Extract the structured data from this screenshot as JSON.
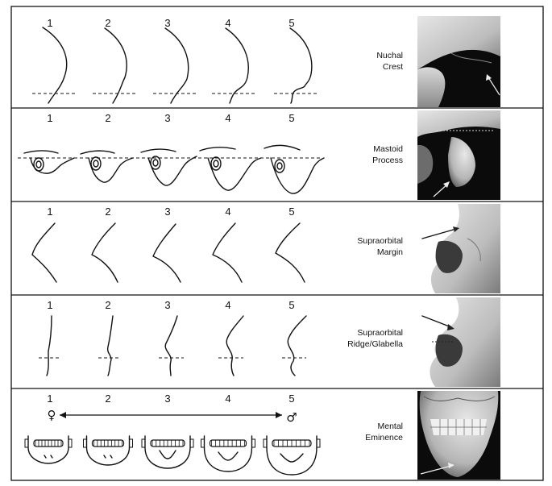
{
  "scale_numbers": [
    "1",
    "2",
    "3",
    "4",
    "5"
  ],
  "rows": [
    {
      "id": "nuchal",
      "label_lines": [
        "Nuchal",
        "Crest"
      ]
    },
    {
      "id": "mastoid",
      "label_lines": [
        "Mastoid",
        "Process"
      ]
    },
    {
      "id": "supraorbital-margin",
      "label_lines": [
        "Supraorbital",
        "Margin"
      ]
    },
    {
      "id": "glabella",
      "label_lines": [
        "Supraorbital",
        "Ridge/Glabella"
      ]
    },
    {
      "id": "mental",
      "label_lines": [
        "Mental",
        "Eminence"
      ]
    }
  ],
  "sex_symbols": {
    "female": "♀",
    "male": "♂"
  },
  "colors": {
    "line": "#111111",
    "photo_bg": "#0b0b0b",
    "bone": "#cfcfcf",
    "border": "#111111"
  }
}
